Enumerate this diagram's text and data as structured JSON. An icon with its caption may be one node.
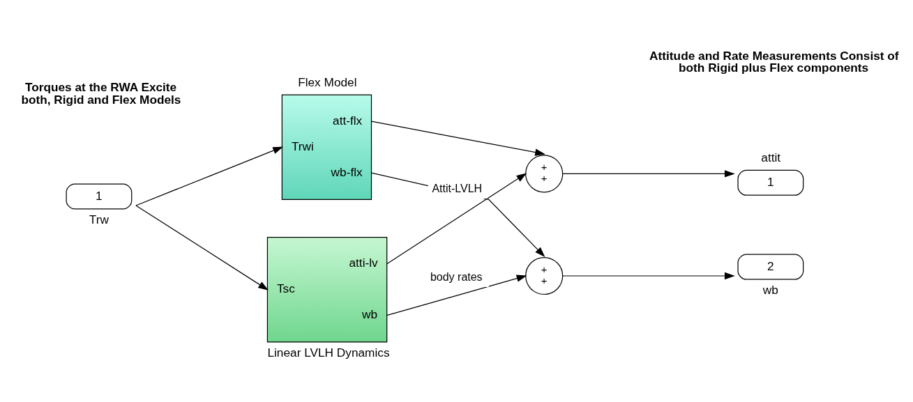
{
  "diagram": {
    "nodes": [
      {
        "text": [
          "1"
        ],
        "beside": [
          "Trw"
        ]
      },
      {
        "text": [
          "Flex Model",
          "Trwi",
          "att-flx",
          "wb-flx"
        ]
      },
      {
        "text": [
          "Linear LVLH Dynamics",
          "Tsc",
          "atti-lv",
          "wb"
        ]
      },
      {
        "text": [
          "+",
          "+"
        ]
      },
      {
        "text": [
          "+",
          "+"
        ]
      },
      {
        "text": [
          "1"
        ],
        "beside": [
          "attit"
        ]
      },
      {
        "text": [
          "2"
        ],
        "beside": [
          "wb"
        ]
      }
    ],
    "edges": [
      {
        "from": 0,
        "to": 1,
        "arrow": "to"
      },
      {
        "from": 0,
        "to": 2,
        "arrow": "to"
      },
      {
        "from": 1,
        "to": 3,
        "arrow": "to"
      },
      {
        "from": 1,
        "to": 4,
        "arrow": "to"
      },
      {
        "from": 2,
        "to": 3,
        "arrow": "to",
        "label": "Attit-LVLH"
      },
      {
        "from": 2,
        "to": 4,
        "arrow": "to",
        "label": "body rates"
      },
      {
        "from": 3,
        "to": 5,
        "arrow": "to"
      },
      {
        "from": 4,
        "to": 6,
        "arrow": "to"
      }
    ],
    "labels": [
      "Attitude and Rate Measurements Consist of both Rigid plus Flex components",
      "Torques at the RWA Excite both, Rigid and Flex Models"
    ]
  }
}
